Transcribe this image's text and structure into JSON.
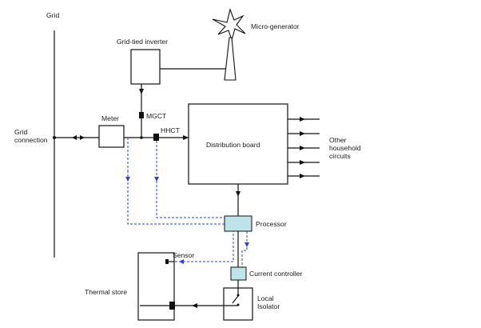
{
  "labels": {
    "grid": "Grid",
    "grid_connection_line1": "Grid",
    "grid_connection_line2": "connection",
    "micro_generator": "Micro-generator",
    "grid_tied_inverter": "Grid-tied inverter",
    "meter": "Meter",
    "mgct": "MGCT",
    "hhct": "HHCT",
    "distribution_board": "Distribution board",
    "other_circuits_line1": "Other",
    "other_circuits_line2": "household",
    "other_circuits_line3": "circuits",
    "processor": "Processor",
    "sensor": "Sensor",
    "current_controller": "Current controller",
    "thermal_store": "Thermal store",
    "local_isolator_line1": "Local",
    "local_isolator_line2": "Isolator"
  },
  "colors": {
    "wire": "#111111",
    "signal": "#2b3fd6",
    "processor_fill": "#bfe3ea"
  }
}
